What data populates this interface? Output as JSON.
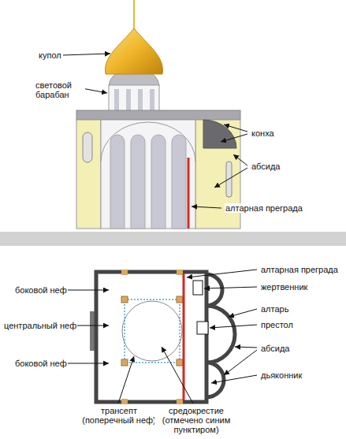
{
  "diagram": {
    "labels": [
      "купол",
      "световой барабан",
      "конха",
      "абсида",
      "алтарная преграда",
      "алтарная преграда",
      "боковой неф",
      "жертвенник",
      "центральный неф",
      "алтарь",
      "престол",
      "абсида",
      "боковой неф",
      "дьяконник",
      "трансепт (поперечный неф)",
      "средокрестие (отмечено синим пунктиром)"
    ]
  }
}
